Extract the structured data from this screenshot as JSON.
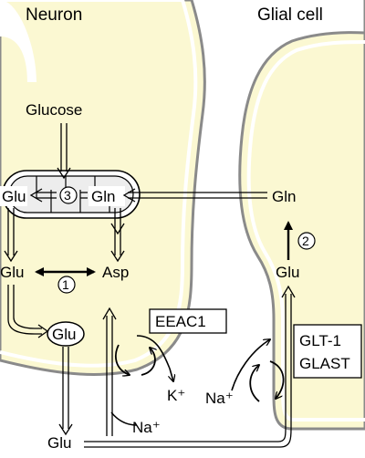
{
  "cells": {
    "neuron_title": "Neuron",
    "glia_title": "Glial cell"
  },
  "metabolites": {
    "glucose": "Glucose",
    "glu_mito": "Glu",
    "gln_mito": "Gln",
    "glu_cyto": "Glu",
    "asp": "Asp",
    "glu_vesicle": "Glu",
    "glu_extracellular": "Glu",
    "gln_glia": "Gln",
    "glu_glia": "Glu"
  },
  "steps": {
    "step1": "1",
    "step2": "2",
    "step3": "3"
  },
  "transporters": {
    "neuronal": "EEAC1",
    "glial_line1": "GLT-1",
    "glial_line2": "GLAST"
  },
  "ions": {
    "k_neuron": "K⁺",
    "na_neuron": "Na⁺",
    "na_glia": "Na⁺"
  },
  "colors": {
    "cell_fill": "#fbf8d2",
    "membrane": "#888888",
    "line": "#000000"
  }
}
